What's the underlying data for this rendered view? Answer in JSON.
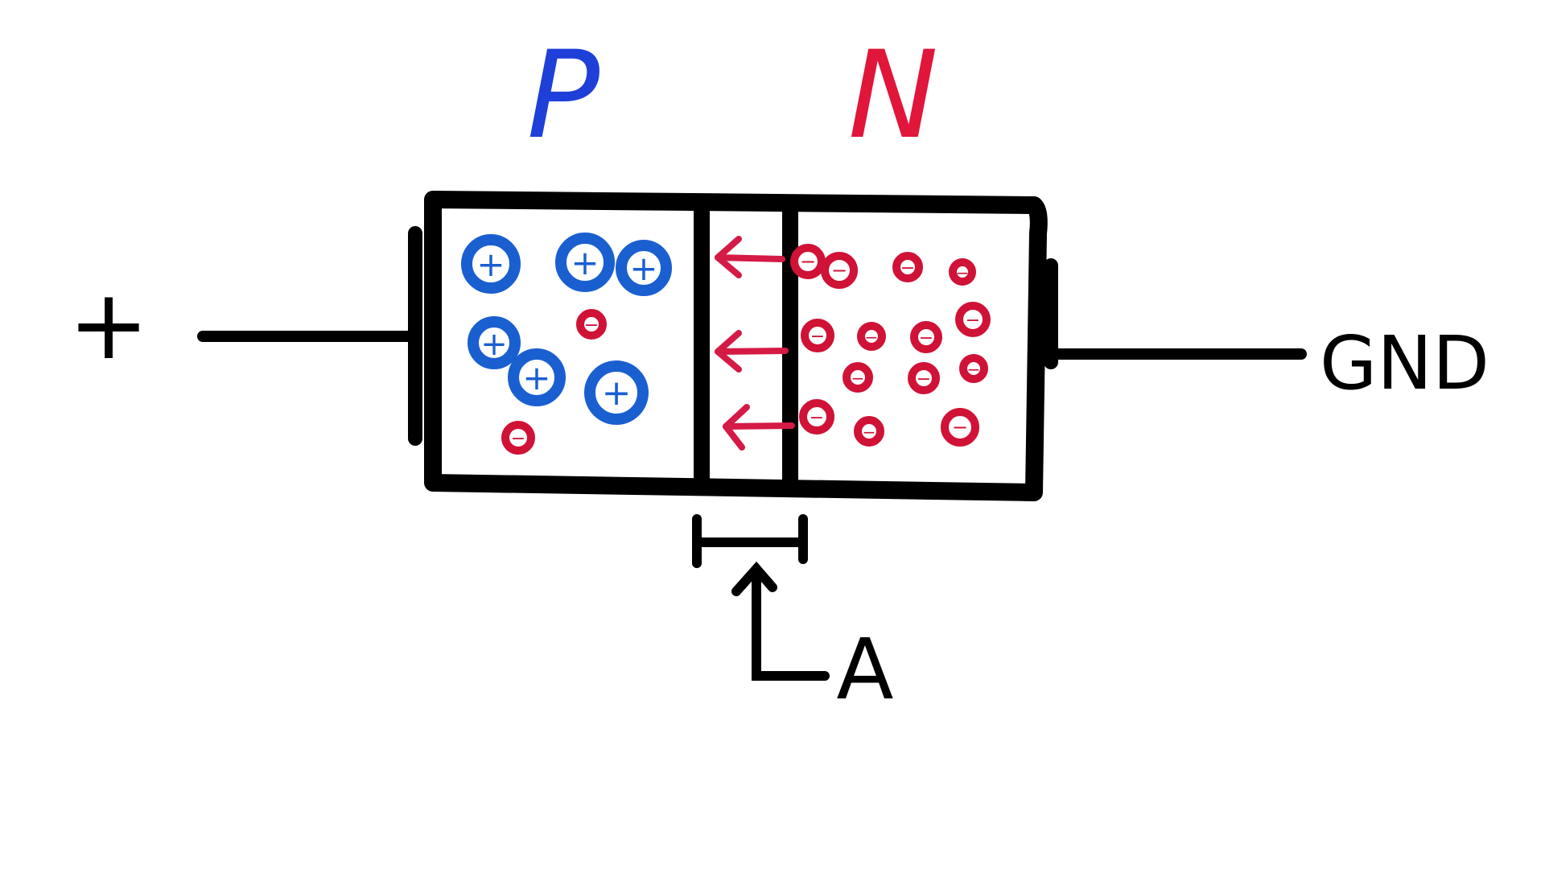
{
  "labels": {
    "p_region": "P",
    "n_region": "N",
    "positive_terminal": "+",
    "ground_terminal": "GND",
    "depletion_marker": "A"
  },
  "carriers": {
    "hole_symbol": "+",
    "electron_symbol": "−"
  },
  "colors": {
    "p_label": "#1e3fd8",
    "n_label": "#e0163a",
    "hole": "#1a5fd0",
    "electron": "#cf1236",
    "arrow": "#d41a45",
    "outline": "#000000"
  }
}
